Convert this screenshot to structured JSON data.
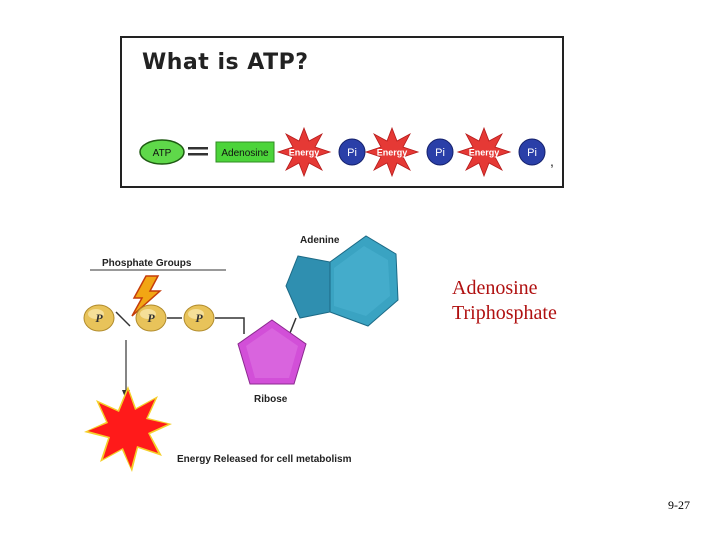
{
  "header": {
    "title": "What is ATP?"
  },
  "chain": {
    "atp": "ATP",
    "adenosine": "Adenosine",
    "items": [
      {
        "energy": "Energy",
        "phosphate": "Pi"
      },
      {
        "energy": "Energy",
        "phosphate": "Pi"
      },
      {
        "energy": "Energy",
        "phosphate": "Pi"
      }
    ],
    "trailing_mark": ","
  },
  "diagram": {
    "phosphate_groups_label": "Phosphate Groups",
    "adenine_label": "Adenine",
    "ribose_label": "Ribose",
    "energy_released_label": "Energy Released for cell metabolism",
    "phosphate_symbol": "P",
    "colors": {
      "adenine": "#3aa3c2",
      "ribose": "#d24fd8",
      "phosphate": "#e8c35a",
      "burst": "#ff1a1a",
      "energy_star": "#e53935",
      "pi_circle": "#2a3fa8",
      "atp_green": "#5fd84a"
    }
  },
  "side_label": {
    "line1": "Adenosine",
    "line2": "Triphosphate"
  },
  "footer": {
    "page": "9-27"
  }
}
